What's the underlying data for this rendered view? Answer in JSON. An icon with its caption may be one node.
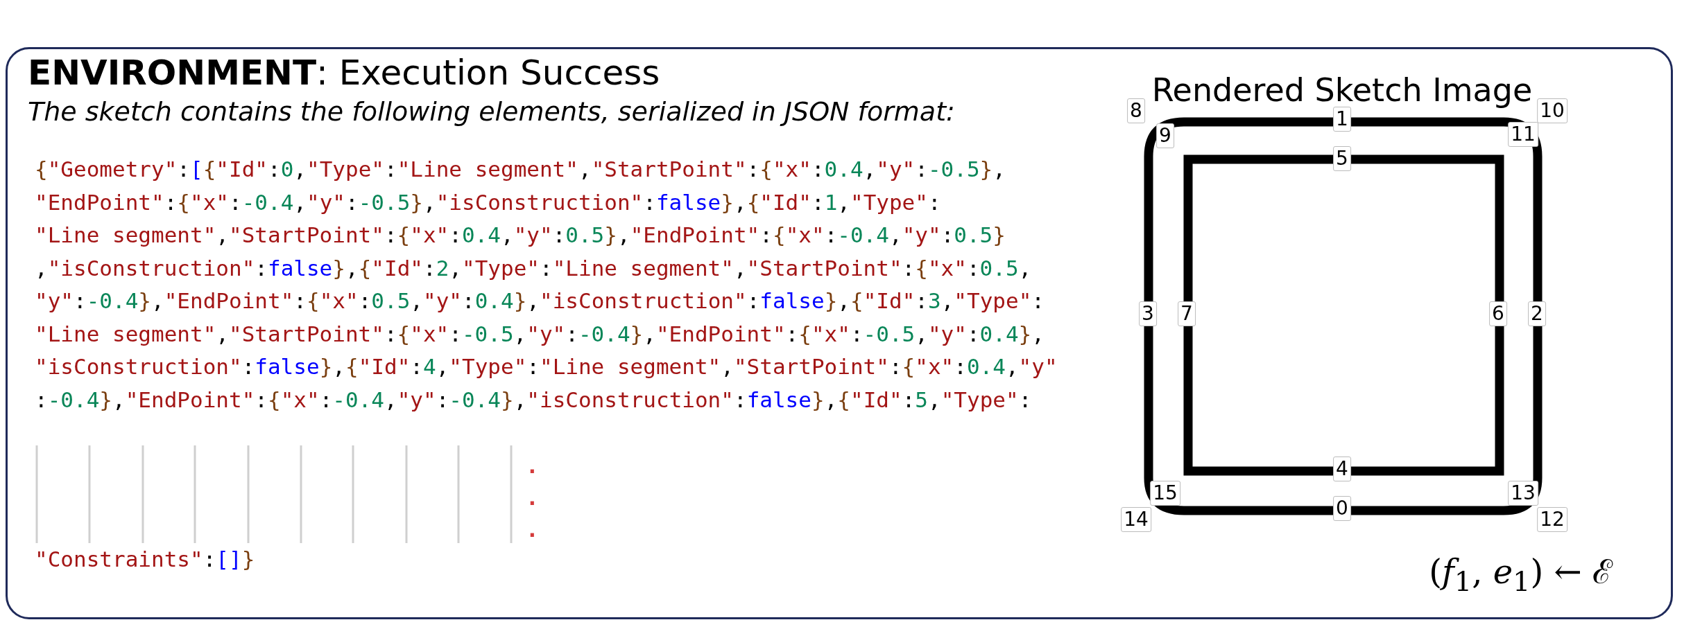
{
  "diagram": {
    "title": "**ENVIRONMENT**: Execution Success",
    "labels": [
      "The sketch contains the following elements, serialized in JSON format:",
      "{\"Geometry\":[{\"Id\":0,\"Type\":\"Line segment\",\"StartPoint\":{\"x\":0.4,\"y\":-0.5},",
      "\"EndPoint\":{\"x\":-0.4,\"y\":-0.5},\"isConstruction\":false},{\"Id\":1,\"Type\":",
      "\"Line segment\",\"StartPoint\":{\"x\":0.4,\"y\":0.5},\"EndPoint\":{\"x\":-0.4,\"y\":0.5}",
      ",\"isConstruction\":false},{\"Id\":2,\"Type\":\"Line segment\",\"StartPoint\":{\"x\":0.5,",
      "\"y\":-0.4},\"EndPoint\":{\"x\":0.5,\"y\":0.4},\"isConstruction\":false},{\"Id\":3,\"Type\":",
      "\"Line segment\",\"StartPoint\":{\"x\":-0.5,\"y\":-0.4},\"EndPoint\":{\"x\":-0.5,\"y\":0.4},",
      "\"isConstruction\":false},{\"Id\":4,\"Type\":\"Line segment\",\"StartPoint\":{\"x\":0.4,\"y\"",
      ":-0.4},\"EndPoint\":{\"x\":-0.4,\"y\":-0.4},\"isConstruction\":false},{\"Id\":5,\"Type\":",
      ".",
      ".",
      ".",
      "\"Constraints\":[]}",
      "Rendered Sketch Image",
      "8",
      "1",
      "10",
      "9",
      "11",
      "5",
      "3",
      "7",
      "6",
      "2",
      "4",
      "15",
      "13",
      "14",
      "0",
      "12",
      "(*f*$_{1}$, *e*$_{1}$) ← ℰ"
    ]
  }
}
